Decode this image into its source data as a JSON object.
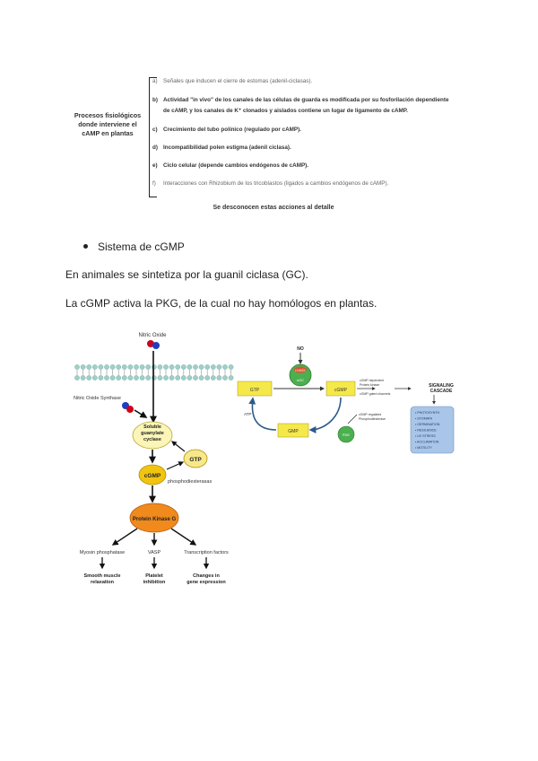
{
  "figure1": {
    "side_label": [
      "Procesos fisiológicos",
      "donde interviene el",
      "cAMP en plantas"
    ],
    "items": [
      {
        "letter": "a)",
        "text": "Señales que inducen el cierre de estomas (adenil-ciclasas)."
      },
      {
        "letter": "b)",
        "text": "Actividad \"in vivo\" de los canales de las células de guarda es modificada por su fosforilación dependiente"
      },
      {
        "letter": "",
        "text": "de cAMP, y los canales de K⁺ clonados y aislados contiene un lugar de ligamento de cAMP."
      },
      {
        "letter": "c)",
        "text": "Crecimiento del tubo polínico (regulado por cAMP)."
      },
      {
        "letter": "d)",
        "text": "Incompatibilidad polen estigma (adenil ciclasa)."
      },
      {
        "letter": "e)",
        "text": "Ciclo celular (depende cambios endógenos de cAMP)."
      },
      {
        "letter": "f)",
        "text": "Interacciones con Rhizobium de los tricoblastos (ligados a cambios endógenos de cAMP)."
      }
    ],
    "note": "Se desconocen estas acciones al detalle"
  },
  "bullet_text": "Sistema de cGMP",
  "paragraphs": [
    "En animales se sintetiza por la guanil ciclasa (GC).",
    "La cGMP activa la PKG, de la cual no hay homólogos en plantas."
  ],
  "figure2": {
    "nitric_oxide": "Nitric Oxide",
    "nos": "Nitric Oxide Synthase",
    "sgc": [
      "Soluble",
      "guanylate",
      "cyclase"
    ],
    "gtp": "GTP",
    "cgmp": "cGMP",
    "pde": "phosphodiesterasas",
    "pkg": "Protein Kinase G",
    "targets": [
      "Myosin phosphatase",
      "VASP",
      "Transcription factors"
    ],
    "effects": [
      [
        "Smooth muscle",
        "relaxation"
      ],
      [
        "Platelet",
        "inhibition"
      ],
      [
        "Changes in",
        "gene expression"
      ]
    ]
  },
  "figure3": {
    "no": "NO",
    "hnox": "H-NOX",
    "sgc": "sGC",
    "gtp": "GTP",
    "cgmp": "cGMP",
    "gmp": "GMP",
    "pde": "PDE",
    "atp": "ATP",
    "targets": [
      "cGMP dependent",
      "Protein kinase",
      "cGMP gated channels"
    ],
    "pde_note": [
      "cGMP regulated",
      "Phosphodiesterase"
    ],
    "cascade": [
      "SIGNALING",
      "CASCADE"
    ],
    "outputs": [
      "PHOTOSYNTH",
      "STOMATA",
      "GERMINATION",
      "RESILIENCE",
      "UV STRESS",
      "ACCLIMATION",
      "MOTILITY"
    ]
  }
}
